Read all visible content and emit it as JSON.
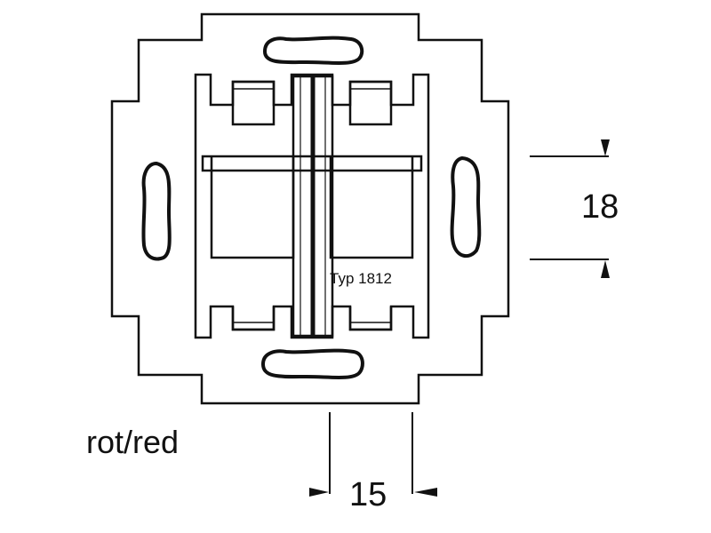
{
  "diagram": {
    "type_label": "Typ 1812",
    "color_note": "rot/red",
    "dimensions": [
      {
        "value": "18",
        "unit_shown": false,
        "direction": "vertical"
      },
      {
        "value": "15",
        "unit_shown": false,
        "direction": "horizontal"
      }
    ],
    "stroke_color": "#111111",
    "background_color": "#ffffff"
  }
}
